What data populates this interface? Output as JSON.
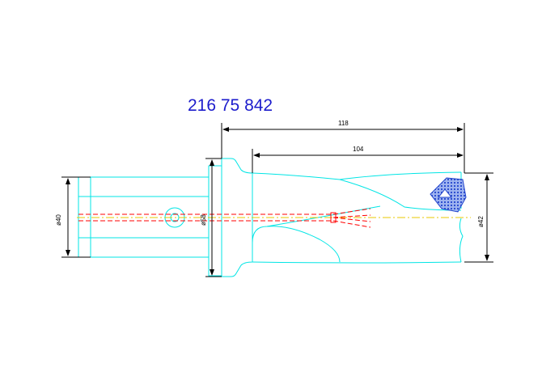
{
  "part_number": "216 75 842",
  "dimensions": {
    "overall_length": "118",
    "body_length": "104",
    "shank_diameter": "ø40",
    "flange_diameter": "ø58",
    "drill_diameter": "ø42"
  },
  "colors": {
    "outline": "#00e5e5",
    "dimension_line": "#000000",
    "coolant_channel": "#ff0000",
    "center_line": "#e8c800",
    "insert_fill": "#3a5bd6",
    "title": "#1c1ccc"
  }
}
